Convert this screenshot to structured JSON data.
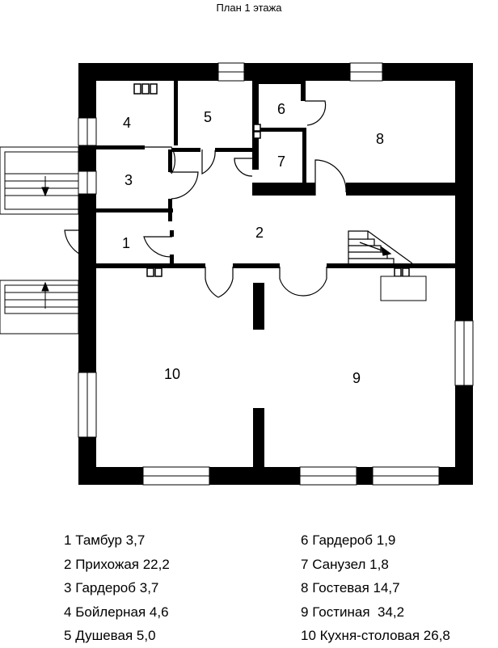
{
  "title": "План 1 этажа",
  "rooms": [
    {
      "number": "1",
      "name": "Тамбур",
      "area": "3,7"
    },
    {
      "number": "2",
      "name": "Прихожая",
      "area": "22,2"
    },
    {
      "number": "3",
      "name": "Гардероб",
      "area": "3,7"
    },
    {
      "number": "4",
      "name": "Бойлерная",
      "area": "4,6"
    },
    {
      "number": "5",
      "name": "Душевая",
      "area": "5,0"
    },
    {
      "number": "6",
      "name": "Гардероб",
      "area": "1,9"
    },
    {
      "number": "7",
      "name": "Санузел",
      "area": "1,8"
    },
    {
      "number": "8",
      "name": "Гостевая",
      "area": "14,7"
    },
    {
      "number": "9",
      "name": "Гостиная",
      "area": " 34,2"
    },
    {
      "number": "10",
      "name": "Кухня-столовая",
      "area": "26,8"
    }
  ],
  "colors": {
    "wall": "#000000",
    "background": "#ffffff"
  }
}
